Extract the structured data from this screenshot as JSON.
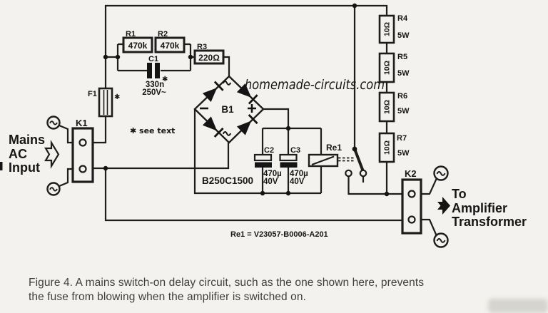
{
  "watermark": {
    "text": "homemade-circuits.com",
    "color": "#b5362c"
  },
  "background": "#f3f2ee",
  "input_section": {
    "label_lines": [
      "Mains",
      "AC",
      "Input"
    ],
    "connector": "K1"
  },
  "output_section": {
    "label_lines": [
      "To",
      "Amplifier",
      "Transformer"
    ],
    "connector": "K2"
  },
  "components": {
    "f1": {
      "ref": "F1",
      "note_star": "✱"
    },
    "r1": {
      "ref": "R1",
      "value": "470k"
    },
    "r2": {
      "ref": "R2",
      "value": "470k"
    },
    "r3": {
      "ref": "R3",
      "value": "220Ω"
    },
    "c1": {
      "ref": "C1",
      "value": "330n",
      "rating": "250V~",
      "note_star": "✱"
    },
    "b1": {
      "ref": "B1",
      "part": "B250C1500"
    },
    "c2": {
      "ref": "C2",
      "value": "470µ",
      "rating": "40V"
    },
    "c3": {
      "ref": "C3",
      "value": "470µ",
      "rating": "40V"
    },
    "re1": {
      "ref": "Re1"
    },
    "r4": {
      "ref": "R4",
      "value": "10Ω",
      "power": "5W"
    },
    "r5": {
      "ref": "R5",
      "value": "10Ω",
      "power": "5W"
    },
    "r6": {
      "ref": "R6",
      "value": "10Ω",
      "power": "5W"
    },
    "r7": {
      "ref": "R7",
      "value": "10Ω",
      "power": "5W"
    }
  },
  "notes": {
    "see_text": "✱ see text",
    "relay_part": "Re1 = V23057-B0006-A201"
  },
  "caption": {
    "line1": "Figure 4. A mains switch-on delay circuit, such as the one shown here, prevents",
    "line2": "the fuse from blowing when the amplifier is switched on."
  }
}
